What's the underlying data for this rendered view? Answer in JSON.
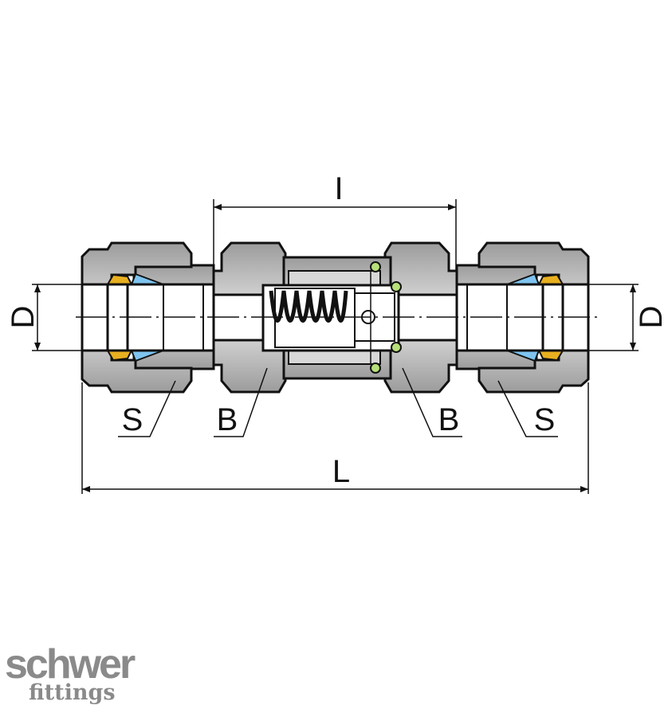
{
  "diagram": {
    "dimension_labels": {
      "inner_length": "I",
      "overall_length": "L",
      "diameter_left": "D",
      "diameter_right": "D"
    },
    "part_labels": [
      "S",
      "B",
      "B",
      "S"
    ]
  },
  "logo": {
    "line1": "schwer",
    "line2": "fittings"
  },
  "colors": {
    "metal": "#b8b8b8",
    "ferrule_front": "#e8b020",
    "ferrule_back": "#7ec4f0",
    "o_ring": "#b8e07a"
  }
}
